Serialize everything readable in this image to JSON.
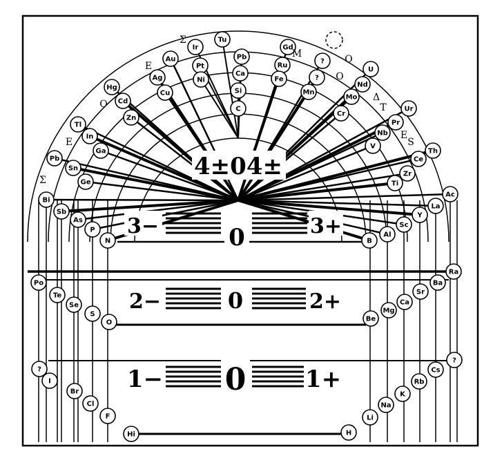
{
  "center_labels": {
    "valence_4": "4±04±",
    "neg_3": "3−",
    "zero_3": "0",
    "pos_3": "3+",
    "neg_2": "2−",
    "zero_2": "0",
    "pos_2": "2+",
    "neg_1": "1−",
    "zero_1": "0",
    "pos_1": "1+"
  },
  "arc_letters": [
    "Σ",
    "Ε",
    "Ο",
    "Σ",
    "Ε",
    "Μ",
    "Ο",
    "Δ",
    "Τ",
    "Ο",
    "Ε",
    "S"
  ],
  "elements": [
    "Tu",
    "Ir",
    "Pt",
    "Ni",
    "Pb",
    "Ca",
    "Si",
    "C",
    "Gd",
    "Ru",
    "Fe",
    "?",
    "?",
    "Mn",
    "Au",
    "Ag",
    "Cu",
    "Hg",
    "Cd",
    "Zn",
    "Tl",
    "In",
    "Ga",
    "Pb",
    "Sn",
    "Ge",
    "Bi",
    "Sb",
    "As",
    "P",
    "N",
    "U",
    "Nd",
    "Mo",
    "Cr",
    "Ur",
    "Pr",
    "Nb",
    "V",
    "Th",
    "Ce",
    "Zr",
    "Ti",
    "Ac",
    "La",
    "Y",
    "Sc",
    "Al",
    "B",
    "Ra",
    "Ba",
    "Sr",
    "Ca",
    "Mg",
    "Be",
    "Po",
    "Te",
    "Se",
    "S",
    "O",
    "?",
    "I",
    "Br",
    "Cl",
    "F",
    "Hi",
    "?",
    "Cs",
    "Rb",
    "K",
    "Na",
    "Li",
    "H"
  ]
}
